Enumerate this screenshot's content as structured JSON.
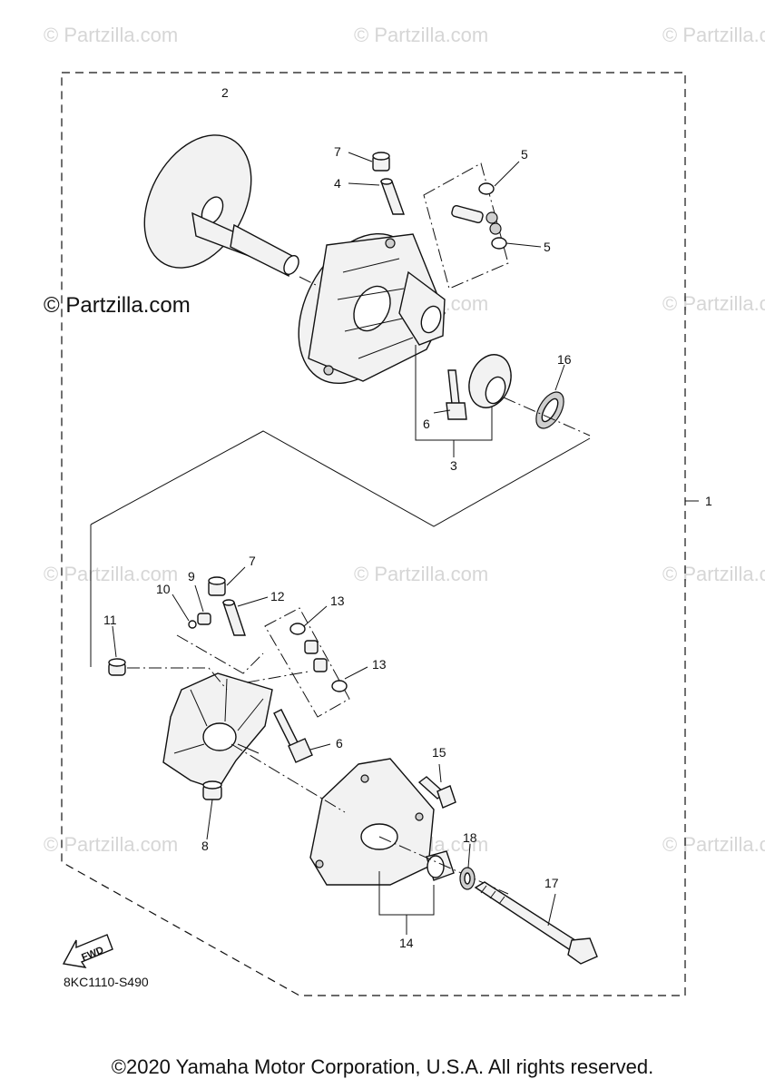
{
  "watermark": "© Partzilla.com",
  "diagram_code": "8KC1110-S490",
  "fwd_label": "FWD",
  "copyright": "©2020 Yamaha Motor Corporation, U.S.A. All rights reserved.",
  "callouts": {
    "c1": "1",
    "c2": "2",
    "c3": "3",
    "c4": "4",
    "c5a": "5",
    "c5b": "5",
    "c6a": "6",
    "c6b": "6",
    "c7a": "7",
    "c7b": "7",
    "c8": "8",
    "c9": "9",
    "c10": "10",
    "c11": "11",
    "c12": "12",
    "c13a": "13",
    "c13b": "13",
    "c14": "14",
    "c15": "15",
    "c16": "16",
    "c17": "17",
    "c18": "18"
  }
}
